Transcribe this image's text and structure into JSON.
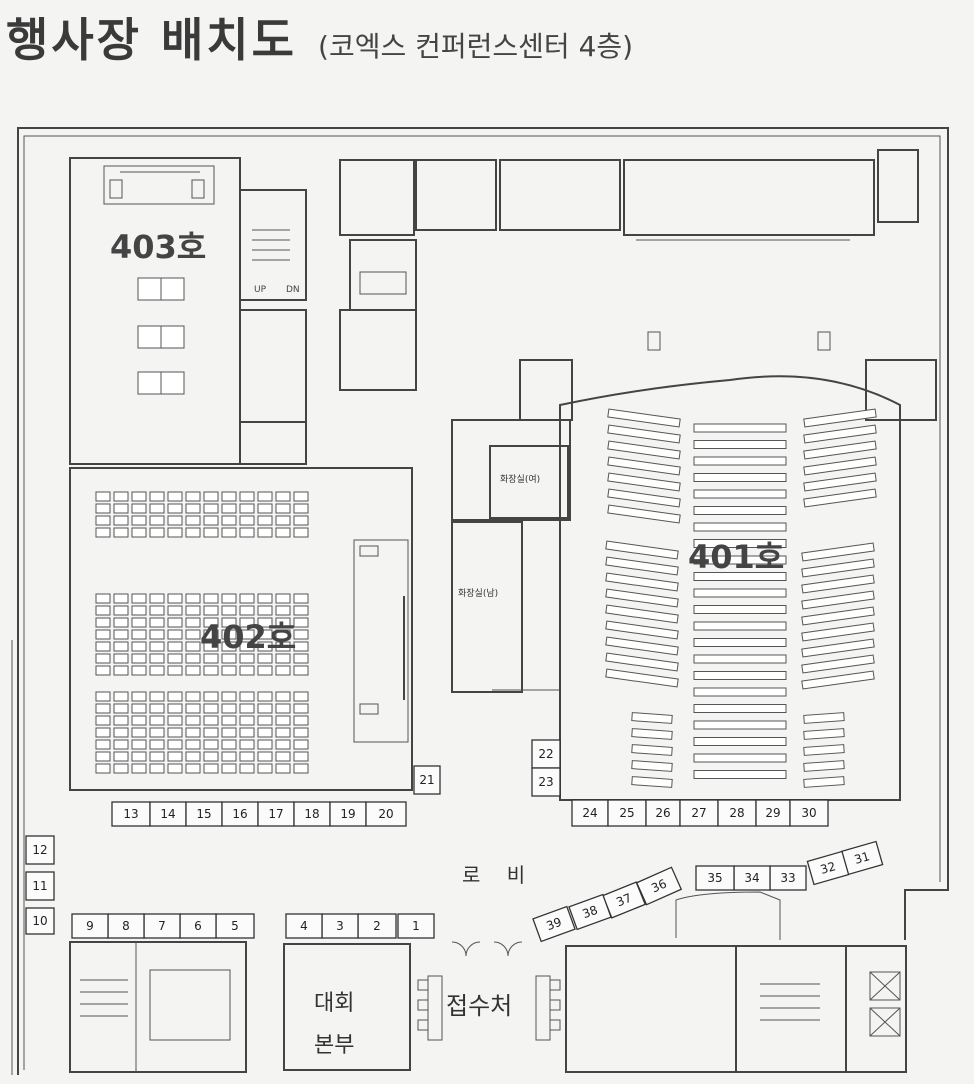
{
  "title": {
    "main": "행사장 배치도",
    "sub": "(코엑스 컨퍼런스센터 4층)"
  },
  "rooms": {
    "r401": "401호",
    "r402": "402호",
    "r403": "403호"
  },
  "areas": {
    "lobby": "로 비",
    "reception": "접수처",
    "hq_line1": "대회",
    "hq_line2": "본부",
    "restroom_women": "화장실(여)",
    "restroom_men": "화장실(남)",
    "stairs_up": "UP",
    "stairs_down": "DN"
  },
  "booths": [
    "1",
    "2",
    "3",
    "4",
    "5",
    "6",
    "7",
    "8",
    "9",
    "10",
    "11",
    "12",
    "13",
    "14",
    "15",
    "16",
    "17",
    "18",
    "19",
    "20",
    "21",
    "22",
    "23",
    "24",
    "25",
    "26",
    "27",
    "28",
    "29",
    "30",
    "31",
    "32",
    "33",
    "34",
    "35",
    "36",
    "37",
    "38",
    "39"
  ]
}
